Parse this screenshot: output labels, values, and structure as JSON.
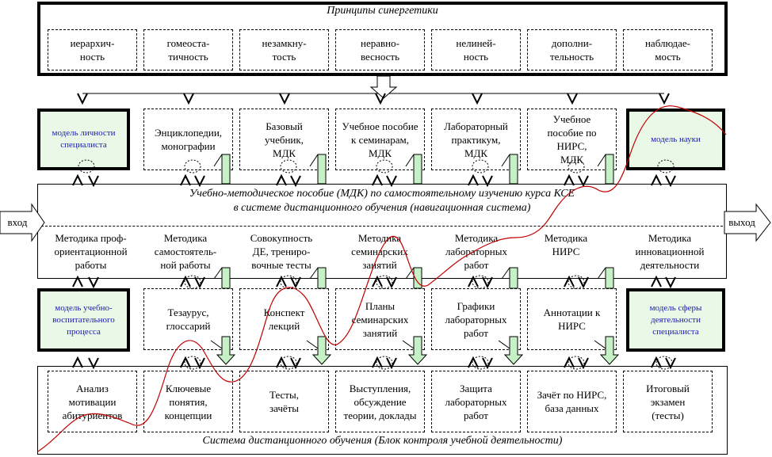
{
  "principles": {
    "title": "Принципы синергетики",
    "items": [
      "иерархич-\nность",
      "гомеоста-\nтичность",
      "незамкну-\nтость",
      "неравно-\nвесность",
      "нелиней-\nность",
      "дополни-\nтельность",
      "наблюдае-\nмость"
    ]
  },
  "models": {
    "personality": "модель личности специалиста",
    "science": "модель науки",
    "education": "модель учебно-воспитательного процесса",
    "activity": "модель сферы деятельности специалиста"
  },
  "materials_row": [
    "Энциклопедии,\nмонографии",
    "Базовый\nучебник,\nМДК",
    "Учебное пособие\nк семинарам,\nМДК",
    "Лабораторный\nпрактикум,\nМДК",
    "Учебное\nпособие по\nНИРС,\nМДК"
  ],
  "main_block": {
    "title_line1": "Учебно-методическое пособие (МДК) по самостоятельному изучению курса КСЕ",
    "title_line2": "в системе дистанционного обучения (навигационная система)",
    "methods": [
      "Методика проф-\nориентационной\nработы",
      "Методика\nсамостоятель-\nной работы",
      "Совокупность\nДЕ, трениро-\nвочные тесты",
      "Методика\nсеминарских\nзанятий",
      "Методика\nлабораторных\nработ",
      "Методика\nНИРС",
      "Методика\nинновационной\nдеятельности"
    ]
  },
  "io": {
    "input": "вход",
    "output": "выход"
  },
  "outputs_row": [
    "Тезаурус,\nглоссарий",
    "Конспект\nлекций",
    "Планы\nсеминарских\nзанятий",
    "Графики\nлабораторных\nработ",
    "Аннотации к\nНИРС"
  ],
  "control": {
    "title": "Система дистанционного обучения (Блок контроля учебной деятельности)",
    "items": [
      "Анализ\nмотивации\nабитуриентов",
      "Ключевые\nпонятия,\nконцепции",
      "Тесты,\nзачёты",
      "Выступления,\nобсуждение\nтеории, доклады",
      "Защита\nлабораторных\nработ",
      "Зачёт по НИРС,\nбаза данных",
      "Итоговый\nэкзамен\n(тесты)"
    ]
  },
  "arrow_glyphs": {
    "down": "V",
    "up": "Λ"
  },
  "colors": {
    "model_fill": "#e9f8e7",
    "model_text": "#1b1bb0",
    "curve": "#c00000",
    "connector_fill": "#c6f0c6"
  }
}
